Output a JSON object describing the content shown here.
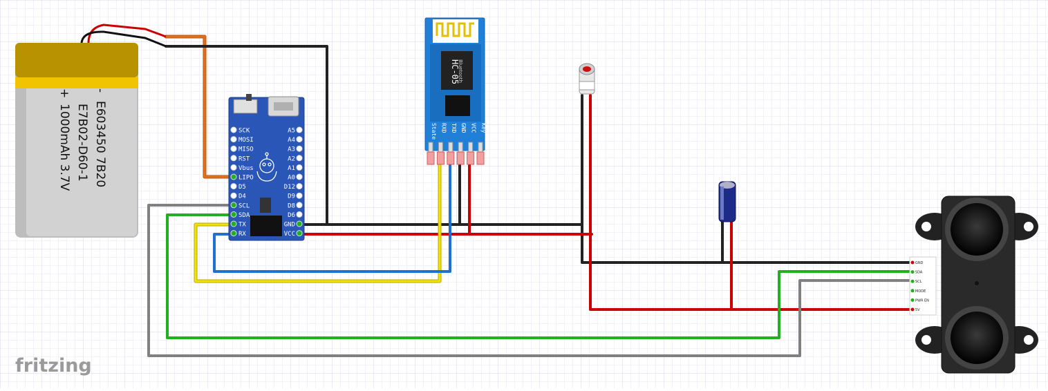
{
  "battery": {
    "minus_symbol": "-",
    "plus_symbol": "+",
    "line1": "E603450 7B20",
    "line2": "E7B02-D60-1",
    "line3": "1000mAh 3.7V"
  },
  "microcontroller": {
    "left_pins": [
      "SCK",
      "MOSI",
      "MISO",
      "RST",
      "Vbus",
      "LIPO",
      "D5",
      "D4",
      "SCL",
      "SDA",
      "TX",
      "RX"
    ],
    "right_pins": [
      "A5",
      "A4",
      "A3",
      "A2",
      "A1",
      "A0",
      "D12",
      "D9",
      "D8",
      "D6",
      "GND",
      "VCC"
    ]
  },
  "bluetooth": {
    "model": "HC-05",
    "subtitle": "Bluetooth",
    "pins": [
      "State",
      "RXD",
      "TXD",
      "GND",
      "VCC",
      "Key"
    ]
  },
  "sensor": {
    "pins": [
      "GND",
      "SDA",
      "SCL",
      "MODE",
      "PWR EN",
      "5V"
    ]
  },
  "watermark": "fritzing",
  "colors": {
    "grid": "#dcdcec",
    "red_wire": "#cc0000",
    "black_wire": "#222222",
    "orange_wire": "#e07020",
    "yellow_wire": "#f2e20a",
    "blue_wire": "#2070d0",
    "green_wire": "#20b020",
    "gray_wire": "#808080",
    "board_blue": "#2a56b8",
    "bt_blue": "#2080d8",
    "battery_gold": "#c9a000"
  }
}
